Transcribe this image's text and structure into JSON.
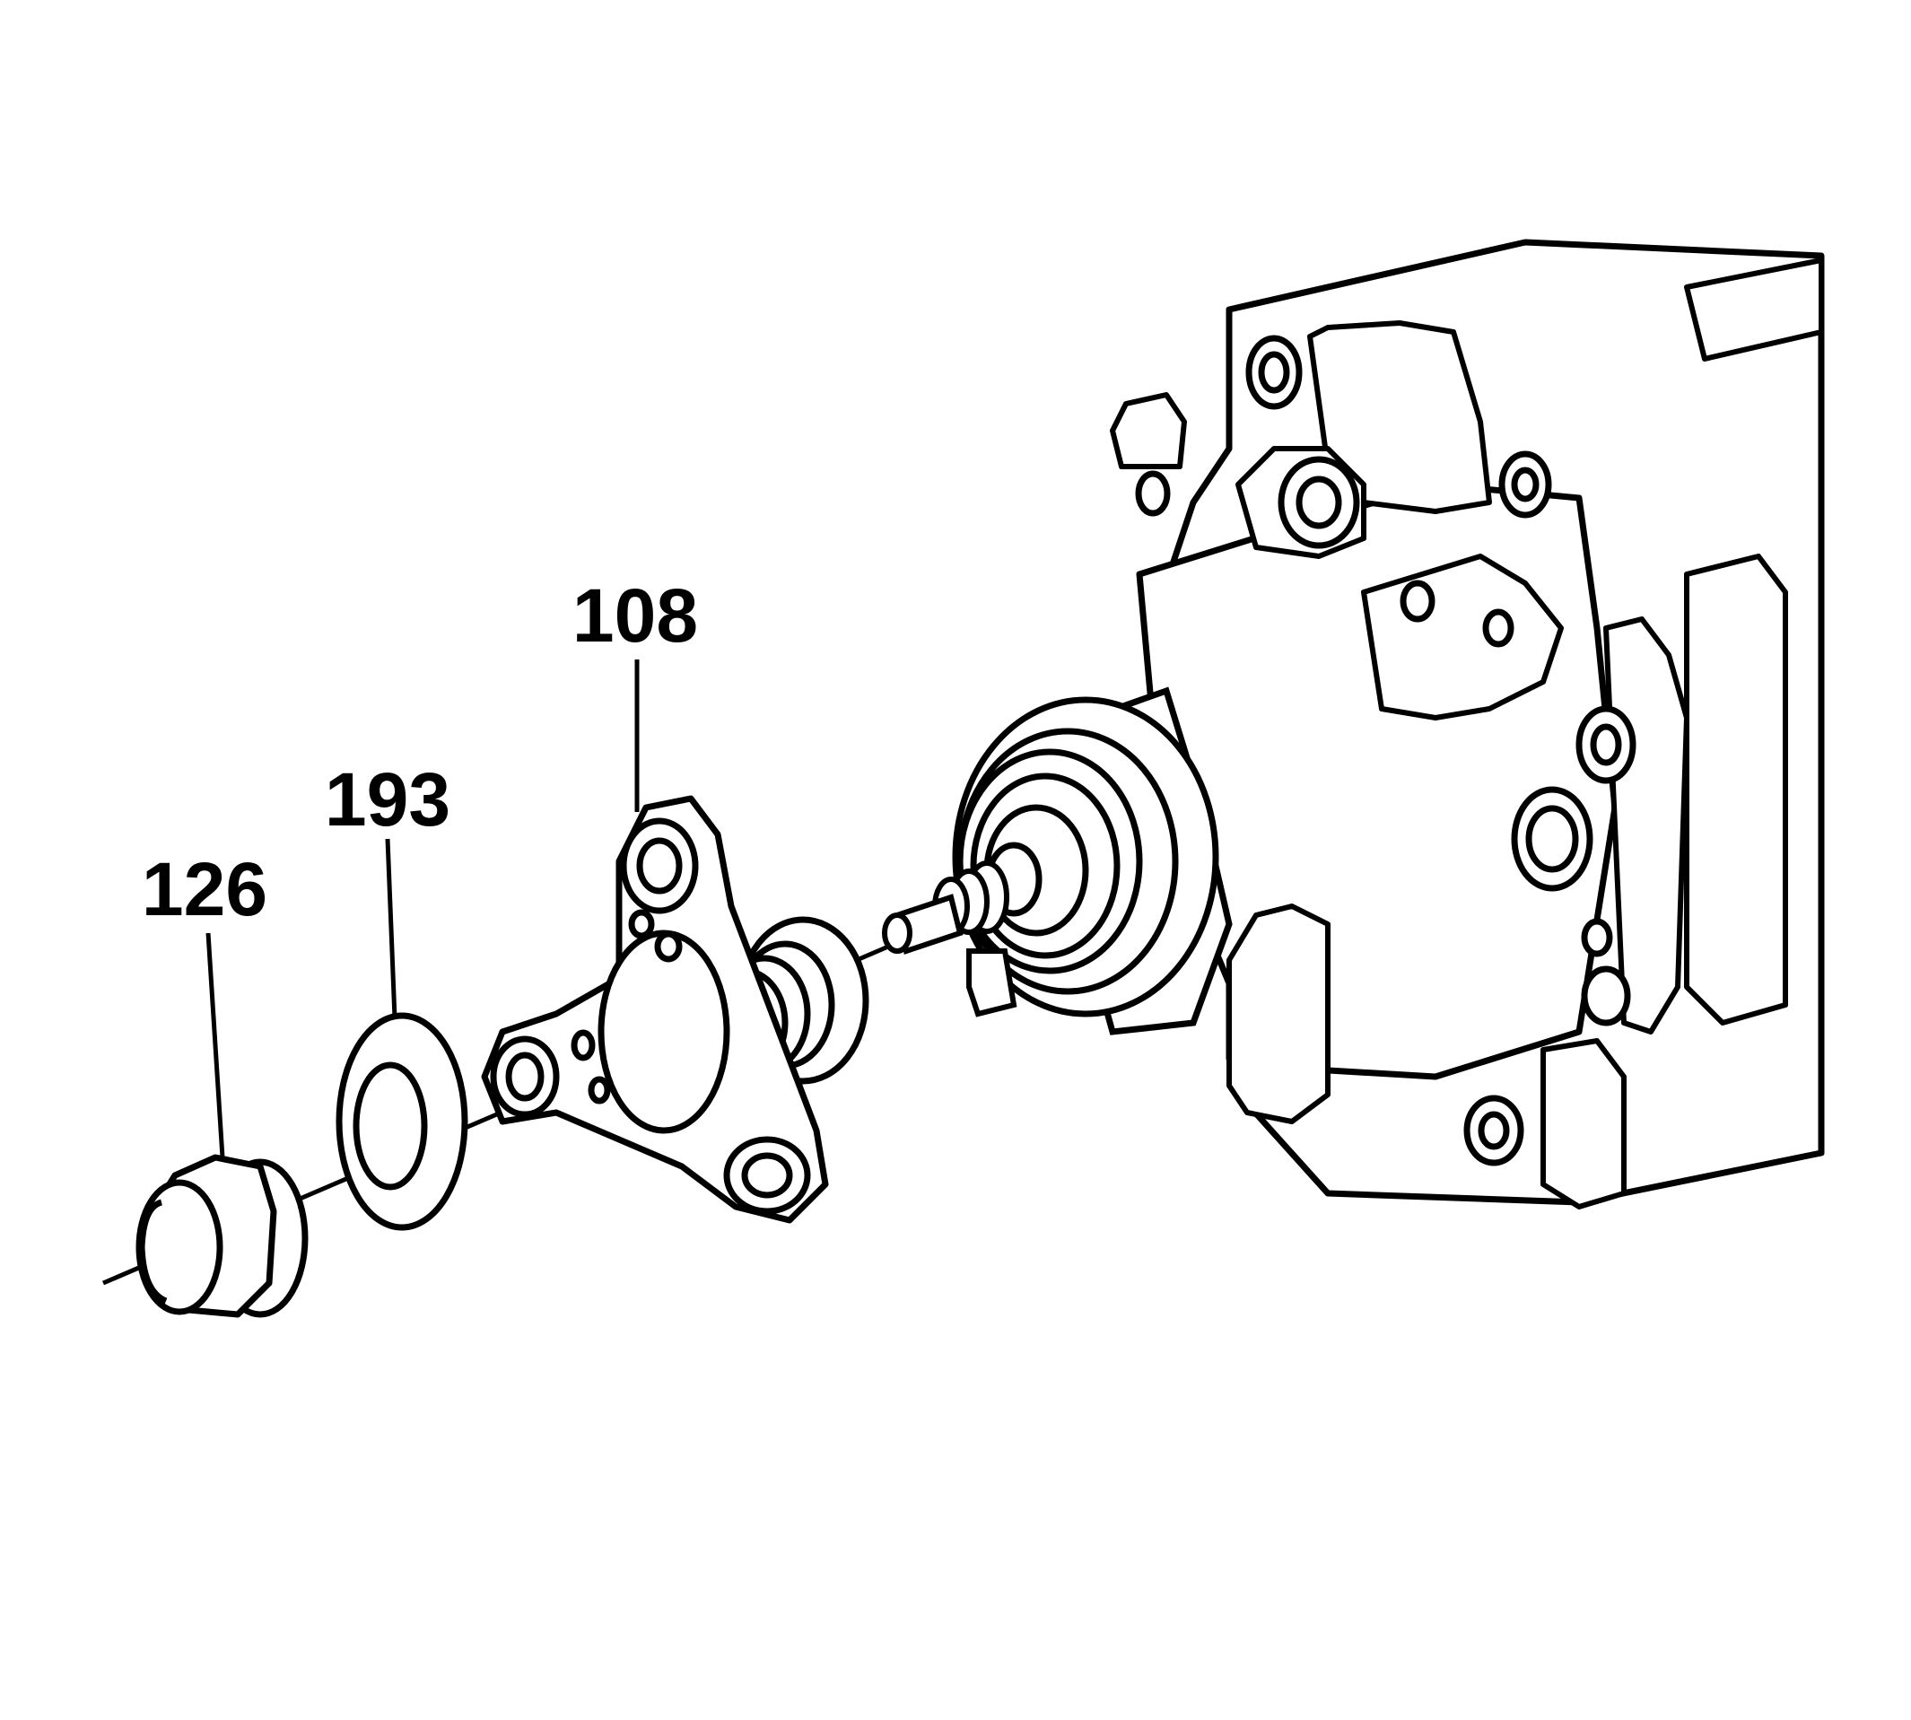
{
  "diagram": {
    "callouts": [
      {
        "id": "p108",
        "label": "108"
      },
      {
        "id": "p193",
        "label": "193"
      },
      {
        "id": "p126",
        "label": "126"
      }
    ],
    "colors": {
      "line": "#000000",
      "fill": "#ffffff"
    }
  }
}
